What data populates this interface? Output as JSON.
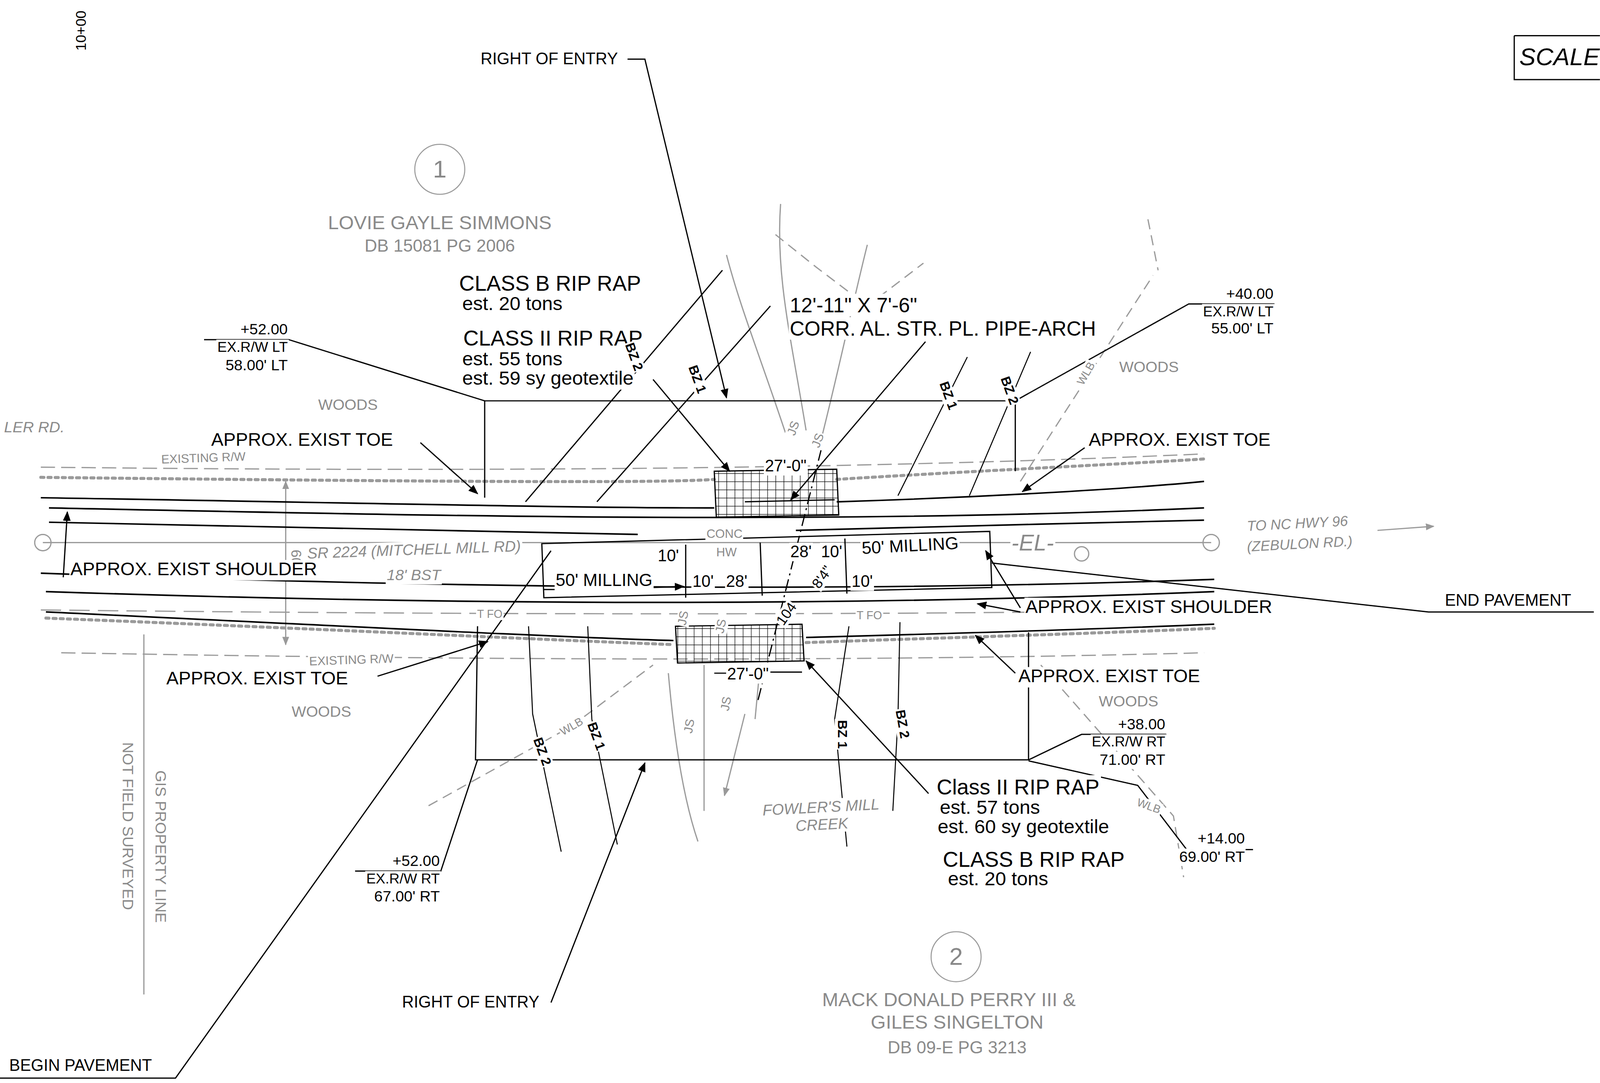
{
  "diagram": {
    "nodes": [
      {
        "text": [
          "1"
        ]
      },
      {
        "text": [
          "SCALE"
        ]
      },
      {
        "text": [
          "2"
        ]
      }
    ],
    "labels": [
      "10+00",
      "RIGHT OF ENTRY",
      "LOVIE GAYLE SIMMONS",
      "DB 15081 PG 2006",
      "CLASS B RIP RAP",
      "est. 20 tons",
      "CLASS II RIP RAP",
      "est. 55 tons",
      "est. 59 sy geotextile",
      "12'-11\" X 7'-6\"",
      "CORR. AL. STR. PL. PIPE-ARCH",
      "+40.00",
      "EX.R/W LT",
      "55.00' LT",
      "+52.00",
      "EX.R/W LT",
      "58.00' LT",
      "WOODS",
      "WOODS",
      "LER RD.",
      "APPROX. EXIST TOE",
      "APPROX. EXIST TOE",
      "EXISTING R/W",
      "SR 2224 (MITCHELL MILL RD)",
      "18' BST",
      "60'",
      "APPROX. EXIST SHOULDER",
      "APPROX. EXIST SHOULDER",
      "50' MILLING",
      "10'",
      "10'",
      "28'",
      "CONC",
      "HW",
      "27'-0\"",
      "28'",
      "10'",
      "50' MILLING",
      "8'4\"",
      "10'",
      "104",
      "-EL-",
      "TO NC HWY 96",
      "(ZEBULON RD.)",
      "END PAVEMENT",
      "T FO",
      "T FO",
      "EXISTING R/W",
      "APPROX. EXIST TOE",
      "APPROX. EXIST TOE",
      "27'-0\"",
      "WOODS",
      "WOODS",
      "+38.00",
      "EX.R/W RT",
      "71.00' RT",
      "Class II RIP RAP",
      "est. 57 tons",
      "est. 60 sy geotextile",
      "CLASS B RIP RAP",
      "est. 20 tons",
      "+14.00",
      "69.00' RT",
      "+52.00",
      "EX.R/W RT",
      "67.00' RT",
      "FOWLER'S MILL CREEK",
      "GIS PROPERTY LINE",
      "NOT FIELD SURVEYED",
      "RIGHT OF ENTRY",
      "MACK DONALD PERRY III &",
      "GILES SINGELTON",
      "DB 09-E PG 3213",
      "BEGIN PAVEMENT",
      "BZ 2",
      "BZ 1",
      "BZ 1",
      "BZ 2",
      "BZ 2",
      "BZ 1",
      "BZ 1",
      "BZ 2",
      "JS",
      "JS",
      "JS",
      "JS",
      "JS",
      "JS",
      "WLB",
      "WLB",
      "WLB"
    ]
  }
}
